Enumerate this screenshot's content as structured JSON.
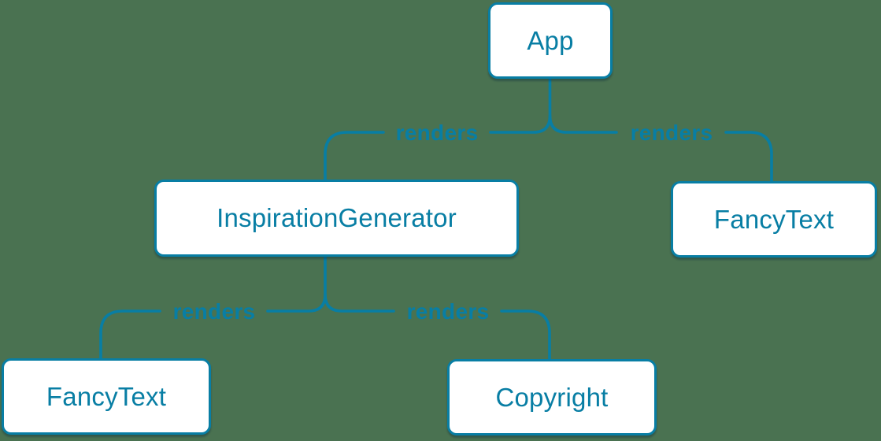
{
  "colors": {
    "background": "#4a7251",
    "accent": "#087ea4",
    "node_fill": "#ffffff"
  },
  "diagram": {
    "type": "component-render-tree",
    "nodes": [
      {
        "id": "app",
        "label": "App"
      },
      {
        "id": "inspiration-generator",
        "label": "InspirationGenerator"
      },
      {
        "id": "fancy-text-top",
        "label": "FancyText"
      },
      {
        "id": "fancy-text-bottom",
        "label": "FancyText"
      },
      {
        "id": "copyright",
        "label": "Copyright"
      }
    ],
    "edges": [
      {
        "from": "App",
        "to": "InspirationGenerator",
        "label": "renders"
      },
      {
        "from": "App",
        "to": "FancyText",
        "label": "renders"
      },
      {
        "from": "InspirationGenerator",
        "to": "FancyText",
        "label": "renders"
      },
      {
        "from": "InspirationGenerator",
        "to": "Copyright",
        "label": "renders"
      }
    ]
  }
}
